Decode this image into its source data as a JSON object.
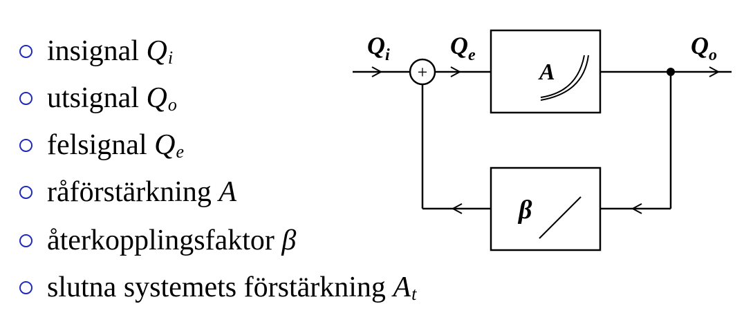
{
  "bullets": [
    {
      "text": "insignal ",
      "symbol": "Q",
      "sub": "i"
    },
    {
      "text": "utsignal ",
      "symbol": "Q",
      "sub": "o"
    },
    {
      "text": "felsignal ",
      "symbol": "Q",
      "sub": "e"
    },
    {
      "text": "råförstärkning ",
      "symbol": "A",
      "sub": ""
    },
    {
      "text": "återkopplingsfaktor ",
      "symbol": "β",
      "sub": ""
    },
    {
      "text": "slutna systemets förstärkning ",
      "symbol": "A",
      "sub": "t"
    }
  ],
  "diagram": {
    "input_label": {
      "symbol": "Q",
      "sub": "i"
    },
    "error_label": {
      "symbol": "Q",
      "sub": "e"
    },
    "output_label": {
      "symbol": "Q",
      "sub": "o"
    },
    "summer_symbol": "+",
    "forward_block_label": "A",
    "feedback_block_label": "β"
  },
  "colors": {
    "bullet": "#1f2bb8",
    "lines": "#000000"
  }
}
